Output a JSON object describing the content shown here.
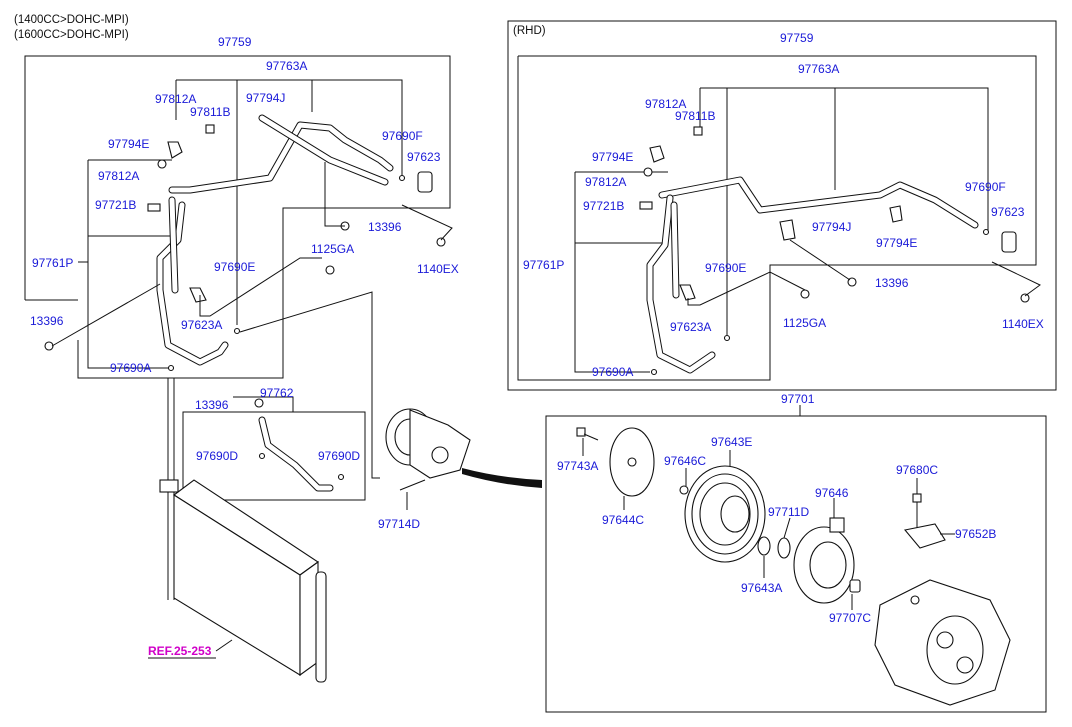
{
  "header": {
    "engine_line1": "(1400CC>DOHC-MPI)",
    "engine_line2": "(1600CC>DOHC-MPI)",
    "rhd_label": "(RHD)"
  },
  "lhd": {
    "p97759": "97759",
    "p97763A": "97763A",
    "p97812A_top": "97812A",
    "p97811B": "97811B",
    "p97794J": "97794J",
    "p97690F": "97690F",
    "p97623": "97623",
    "p97794E": "97794E",
    "p97812A_mid": "97812A",
    "p97721B": "97721B",
    "p13396_a": "13396",
    "p1140EX": "1140EX",
    "p1125GA": "1125GA",
    "p97761P": "97761P",
    "p97690E": "97690E",
    "p13396_b": "13396",
    "p97623A": "97623A",
    "p97690A": "97690A",
    "p97762": "97762",
    "p13396_c": "13396",
    "p97690D_l": "97690D",
    "p97690D_r": "97690D",
    "p97714D": "97714D",
    "ref": "REF.25-253"
  },
  "rhd": {
    "p97759": "97759",
    "p97763A": "97763A",
    "p97812A_top": "97812A",
    "p97811B": "97811B",
    "p97794E_l": "97794E",
    "p97812A_mid": "97812A",
    "p97721B": "97721B",
    "p97794J": "97794J",
    "p97794E_r": "97794E",
    "p97690F": "97690F",
    "p97623": "97623",
    "p97761P": "97761P",
    "p97690E": "97690E",
    "p13396": "13396",
    "p97623A": "97623A",
    "p1125GA": "1125GA",
    "p1140EX": "1140EX",
    "p97690A": "97690A"
  },
  "compressor": {
    "p97701": "97701",
    "p97743A": "97743A",
    "p97644C": "97644C",
    "p97646C": "97646C",
    "p97643E": "97643E",
    "p97711D": "97711D",
    "p97646": "97646",
    "p97680C": "97680C",
    "p97652B": "97652B",
    "p97643A": "97643A",
    "p97707C": "97707C"
  }
}
